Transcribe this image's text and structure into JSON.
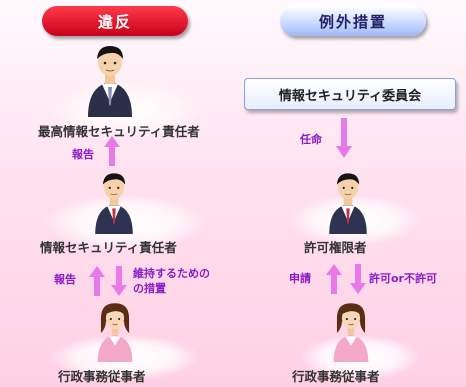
{
  "headers": {
    "violation": "違反",
    "exception": "例外措置"
  },
  "committee": "情報セキュリティ委員会",
  "left": {
    "top_role": "最高情報セキュリティ責任者",
    "mid_role": "情報セキュリティ責任者",
    "bottom_role": "行政事務従事者",
    "report_up_1": "報告",
    "report_up_2": "報告",
    "measures": "維持するための\nの措置"
  },
  "right": {
    "appoint": "任命",
    "authority": "許可権限者",
    "apply": "申請",
    "decision": "許可or不許可",
    "bottom_role": "行政事務従事者"
  },
  "colors": {
    "arrow": "#e879e8",
    "note": "#8a1bc9",
    "header_red": "#d9001b",
    "header_blue": "#c7d6ff",
    "background": "#ffd6e8"
  },
  "icons": [
    "businessman-icon",
    "woman-staff-icon",
    "arrow-up-icon",
    "arrow-down-icon"
  ]
}
